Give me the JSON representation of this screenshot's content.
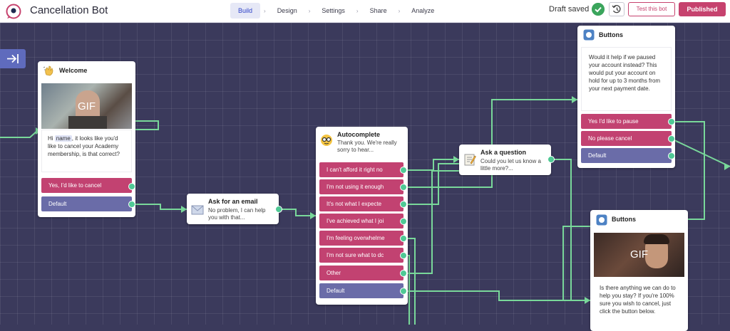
{
  "app": {
    "title": "Cancellation Bot"
  },
  "nav": {
    "tabs": [
      "Build",
      "Design",
      "Settings",
      "Share",
      "Analyze"
    ],
    "active": "Build"
  },
  "status": {
    "draft": "Draft saved"
  },
  "actions": {
    "test": "Test this bot",
    "publish": "Published"
  },
  "colors": {
    "canvas": "#3b3a5c",
    "wire": "#79d89a",
    "pink": "#c24271",
    "blue": "#6a6ca8",
    "handle": "#4fc995",
    "accent": "#c6426e"
  },
  "nodes": {
    "welcome": {
      "title": "Welcome",
      "gif": "GIF",
      "message_pre": "Hi ",
      "message_var": "name",
      "message_post": ", it looks like you'd like to cancel your Academy membership, is that correct?",
      "options": [
        "Yes, I'd like to cancel",
        "Default"
      ]
    },
    "ask_email": {
      "title": "Ask for an email",
      "desc": "No problem, I can help you with that..."
    },
    "autocomplete": {
      "title": "Autocomplete",
      "desc": "Thank you. We're really sorry to hear...",
      "options": [
        "I can't afford it right no",
        "I'm not using it enough",
        "It's not what I expecte",
        "I've achieved what I joi",
        "I'm feeling overwhelme",
        "I'm not sure what to dc",
        "Other",
        "Default"
      ]
    },
    "ask_question": {
      "title": "Ask a question",
      "desc": "Could you let us know a little more?..."
    },
    "buttons1": {
      "title": "Buttons",
      "message": "Would it help if we paused your account instead? This would put your account on hold for up to 3 months from your next payment date.",
      "options": [
        "Yes I'd like to pause",
        "No please cancel",
        "Default"
      ]
    },
    "buttons2": {
      "title": "Buttons",
      "gif": "GIF",
      "message": "Is there anything we can do to help you stay? If you're 100% sure you wish to cancel, just click the button below."
    }
  }
}
